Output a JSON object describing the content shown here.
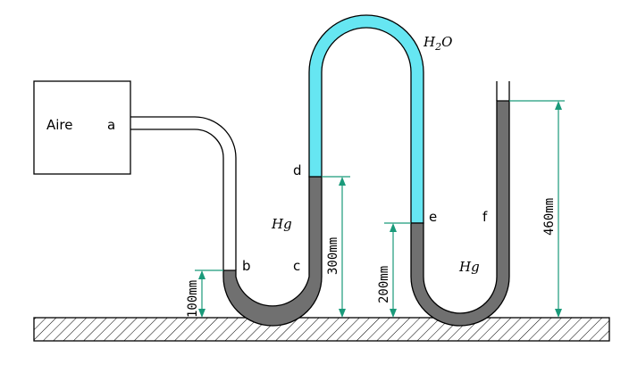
{
  "labels": {
    "tank": "Aire",
    "a": "a",
    "b": "b",
    "c": "c",
    "d": "d",
    "e": "e",
    "f": "f",
    "hg1": "Hg",
    "hg2": "Hg",
    "h2o_main": "H",
    "h2o_sub": "2",
    "h2o_end": "O"
  },
  "dimensions": {
    "d100": "100mm",
    "d300": "300mm",
    "d200": "200mm",
    "d460": "460mm"
  },
  "colors": {
    "mercury": "#707070",
    "water": "#66e6f2",
    "dimension": "#1a9a7a",
    "outline": "#000000"
  }
}
